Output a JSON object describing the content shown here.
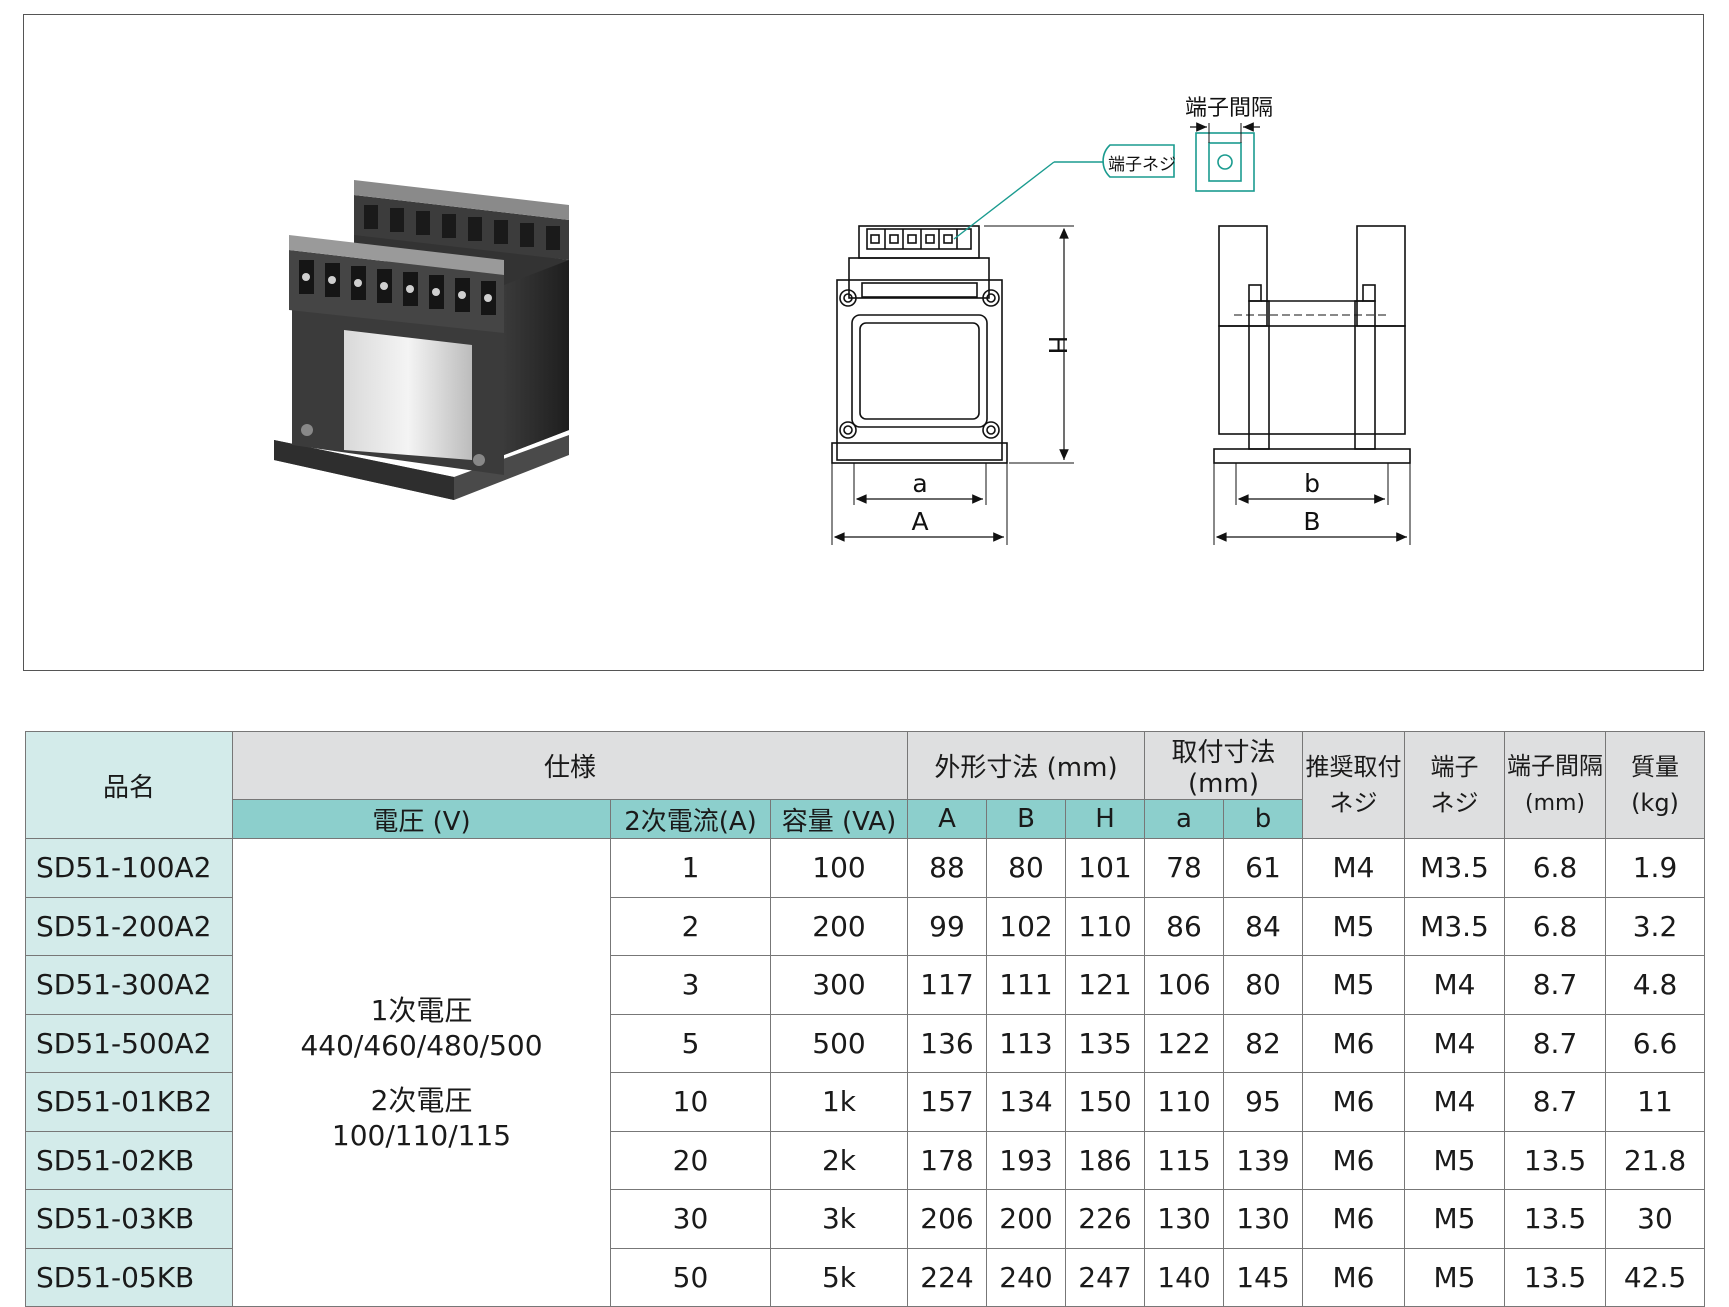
{
  "figure": {
    "dim_labels": {
      "a": "a",
      "A": "A",
      "H": "H",
      "b": "b",
      "B": "B",
      "terminal_pitch": "端子間隔",
      "terminal_screw": "端子ネジ"
    }
  },
  "table": {
    "header_top": {
      "name": "品名",
      "spec": "仕様",
      "outer_dims": "外形寸法 (mm)",
      "mount_dims": "取付寸法 (mm)",
      "rec_screw_l1": "推奨取付",
      "rec_screw_l2": "ネジ",
      "term_screw_l1": "端子",
      "term_screw_l2": "ネジ",
      "term_pitch_l1": "端子間隔",
      "term_pitch_l2": "(mm)",
      "mass_l1": "質量",
      "mass_l2": "(kg)"
    },
    "header_sub": {
      "voltage": "電圧 (V)",
      "current": "2次電流(A)",
      "capacity": "容量 (VA)",
      "A": "A",
      "B": "B",
      "H": "H",
      "a": "a",
      "b": "b"
    },
    "voltage_spec": {
      "primary_label": "1次電圧",
      "primary_values": "440/460/480/500",
      "secondary_label": "2次電圧",
      "secondary_values": "100/110/115"
    },
    "rows": [
      {
        "name": "SD51-100A2",
        "current": "1",
        "capacity": "100",
        "A": "88",
        "B": "80",
        "H": "101",
        "a": "78",
        "b": "61",
        "rec_screw": "M4",
        "term_screw": "M3.5",
        "pitch": "6.8",
        "mass": "1.9"
      },
      {
        "name": "SD51-200A2",
        "current": "2",
        "capacity": "200",
        "A": "99",
        "B": "102",
        "H": "110",
        "a": "86",
        "b": "84",
        "rec_screw": "M5",
        "term_screw": "M3.5",
        "pitch": "6.8",
        "mass": "3.2"
      },
      {
        "name": "SD51-300A2",
        "current": "3",
        "capacity": "300",
        "A": "117",
        "B": "111",
        "H": "121",
        "a": "106",
        "b": "80",
        "rec_screw": "M5",
        "term_screw": "M4",
        "pitch": "8.7",
        "mass": "4.8"
      },
      {
        "name": "SD51-500A2",
        "current": "5",
        "capacity": "500",
        "A": "136",
        "B": "113",
        "H": "135",
        "a": "122",
        "b": "82",
        "rec_screw": "M6",
        "term_screw": "M4",
        "pitch": "8.7",
        "mass": "6.6"
      },
      {
        "name": "SD51-01KB2",
        "current": "10",
        "capacity": "1k",
        "A": "157",
        "B": "134",
        "H": "150",
        "a": "110",
        "b": "95",
        "rec_screw": "M6",
        "term_screw": "M4",
        "pitch": "8.7",
        "mass": "11"
      },
      {
        "name": "SD51-02KB",
        "current": "20",
        "capacity": "2k",
        "A": "178",
        "B": "193",
        "H": "186",
        "a": "115",
        "b": "139",
        "rec_screw": "M6",
        "term_screw": "M5",
        "pitch": "13.5",
        "mass": "21.8"
      },
      {
        "name": "SD51-03KB",
        "current": "30",
        "capacity": "3k",
        "A": "206",
        "B": "200",
        "H": "226",
        "a": "130",
        "b": "130",
        "rec_screw": "M6",
        "term_screw": "M5",
        "pitch": "13.5",
        "mass": "30"
      },
      {
        "name": "SD51-05KB",
        "current": "50",
        "capacity": "5k",
        "A": "224",
        "B": "240",
        "H": "247",
        "a": "140",
        "b": "145",
        "rec_screw": "M6",
        "term_screw": "M5",
        "pitch": "13.5",
        "mass": "42.5"
      }
    ]
  }
}
